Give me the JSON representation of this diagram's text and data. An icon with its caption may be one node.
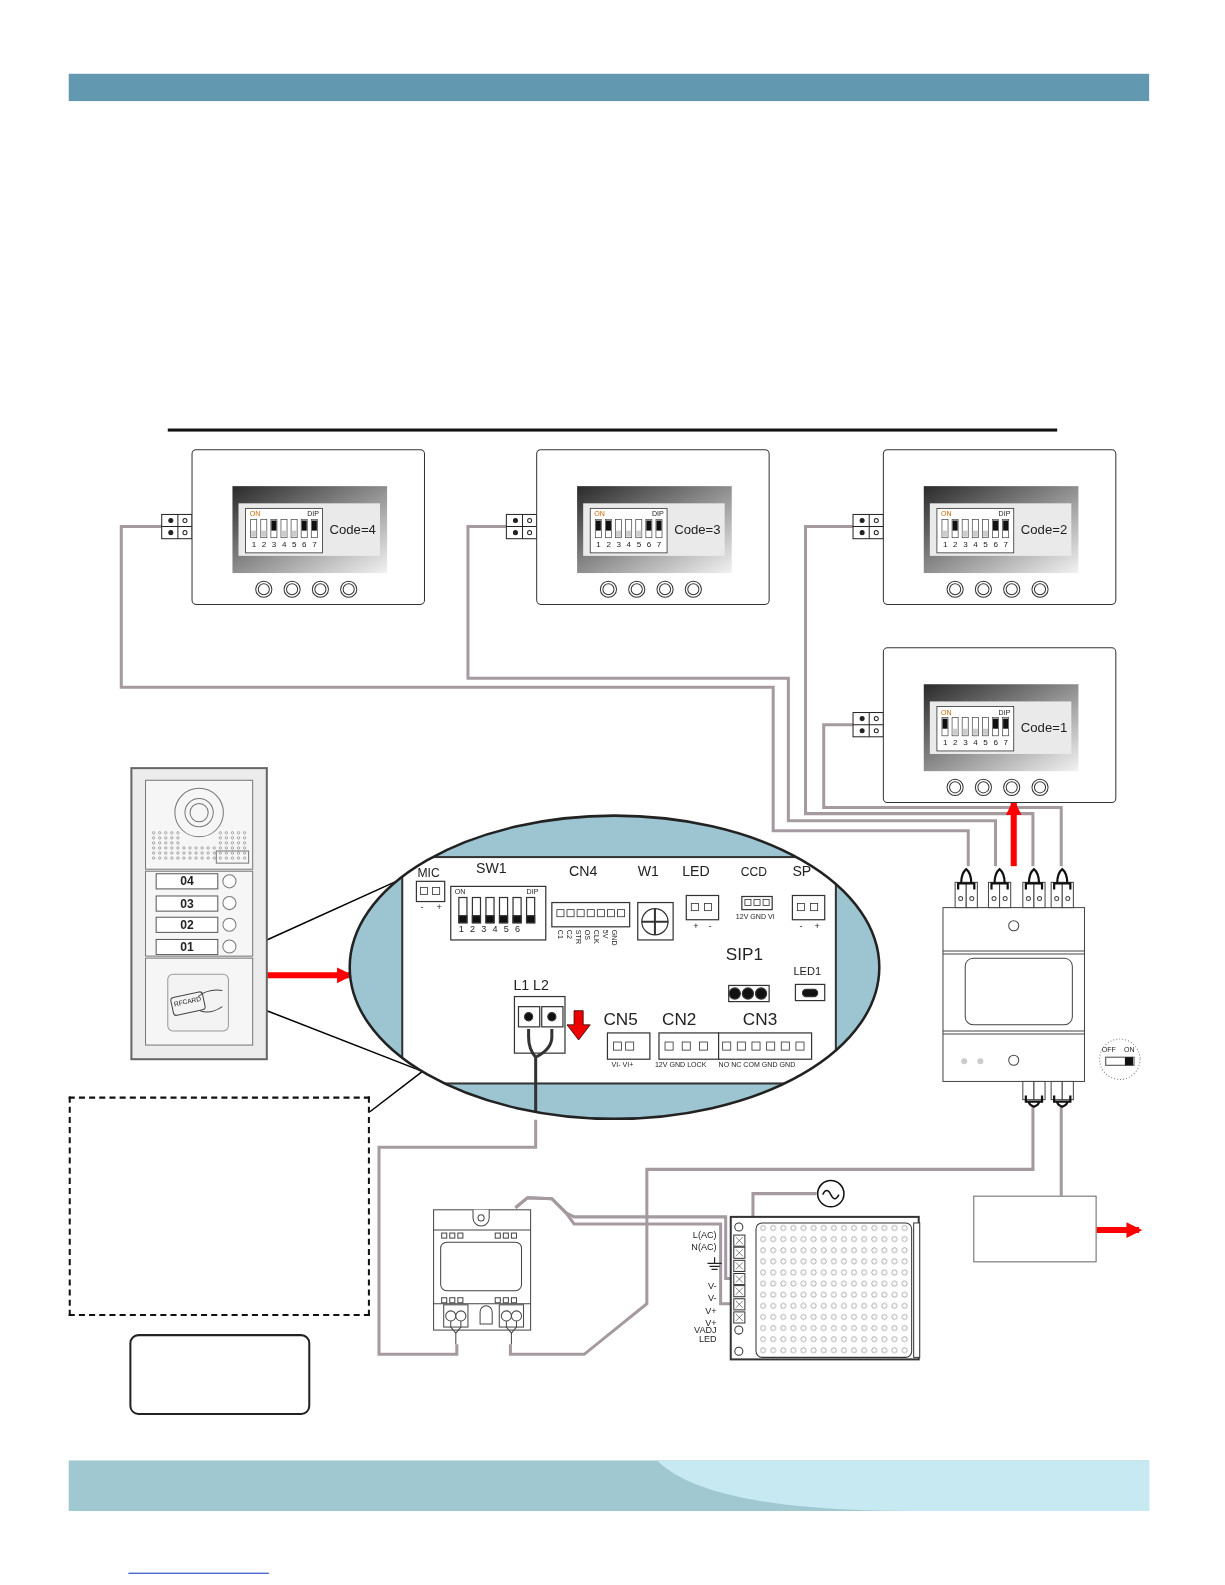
{
  "diagram": {
    "nodes": [
      {
        "text": [
          "ON",
          "DIP",
          "1 2 3 4 5 6 7",
          "Code=4"
        ]
      },
      {
        "text": [
          "ON",
          "DIP",
          "1 2 3 4 5 6 7",
          "Code=3"
        ]
      },
      {
        "text": [
          "ON",
          "DIP",
          "1 2 3 4 5 6 7",
          "Code=2"
        ]
      },
      {
        "text": [
          "ON",
          "DIP",
          "1 2 3 4 5 6 7",
          "Code=1"
        ]
      },
      {
        "text": [
          "04",
          "03",
          "02",
          "01",
          "RFCARD"
        ]
      },
      {
        "text": [],
        "shape": "circle"
      },
      {
        "text": [],
        "shape": "box"
      },
      {
        "text": [],
        "shape": "box"
      },
      {
        "text": [],
        "shape": "circle"
      },
      {
        "text": [],
        "shape": "box"
      },
      {
        "text": [],
        "shape": "box"
      },
      {
        "text": [
          "L(AC)",
          "N(AC)",
          "V-",
          "V-",
          "V+",
          "V+",
          "VADJ",
          "LED"
        ]
      },
      {
        "text": [],
        "shape": "box"
      }
    ],
    "edges": [
      {
        "from": 0,
        "to": 6,
        "arrow": "none"
      },
      {
        "from": 1,
        "to": 6,
        "arrow": "none"
      },
      {
        "from": 2,
        "to": 6,
        "arrow": "none"
      },
      {
        "from": 3,
        "to": 6,
        "arrow": "none"
      },
      {
        "from": 4,
        "to": 5,
        "arrow": "to",
        "style": "thick",
        "color": "#ff0000"
      },
      {
        "from": 4,
        "to": 5,
        "arrow": "none",
        "color": "#000000"
      },
      {
        "from": 4,
        "to": 5,
        "arrow": "none",
        "color": "#000000"
      },
      {
        "from": 7,
        "to": 5,
        "arrow": "none",
        "color": "#000000"
      },
      {
        "from": 5,
        "to": 10,
        "arrow": "none"
      },
      {
        "from": 10,
        "to": 6,
        "arrow": "none"
      },
      {
        "from": 10,
        "to": 11,
        "arrow": "none"
      },
      {
        "from": 10,
        "to": 11,
        "arrow": "none"
      },
      {
        "from": 8,
        "to": 11,
        "arrow": "none"
      },
      {
        "from": 6,
        "to": 9,
        "arrow": "none"
      },
      {
        "from": 9,
        "to": null,
        "arrow": "to",
        "style": "thick",
        "color": "#ff0000"
      },
      {
        "from": 6,
        "to": 3,
        "arrow": "to",
        "style": "thick",
        "color": "#ff0000"
      }
    ],
    "labels": [
      "MIC",
      "-",
      "+",
      "SW1",
      "ON",
      "DIP",
      "1 2 3 4 5 6",
      "CN4",
      "C1",
      "C2",
      "STR",
      "OS",
      "CLK",
      "5V",
      "GND",
      "W1",
      "LED",
      "+",
      "-",
      "CCD",
      "12V GND VI",
      "SP",
      "-",
      "+",
      "SIP1",
      "LED1",
      "L1 L2",
      "CN5",
      "CN2",
      "CN3",
      "VI- VI+",
      "12V GND LOCK",
      "NO NC COM GND GND",
      "OFF",
      "ON"
    ]
  }
}
